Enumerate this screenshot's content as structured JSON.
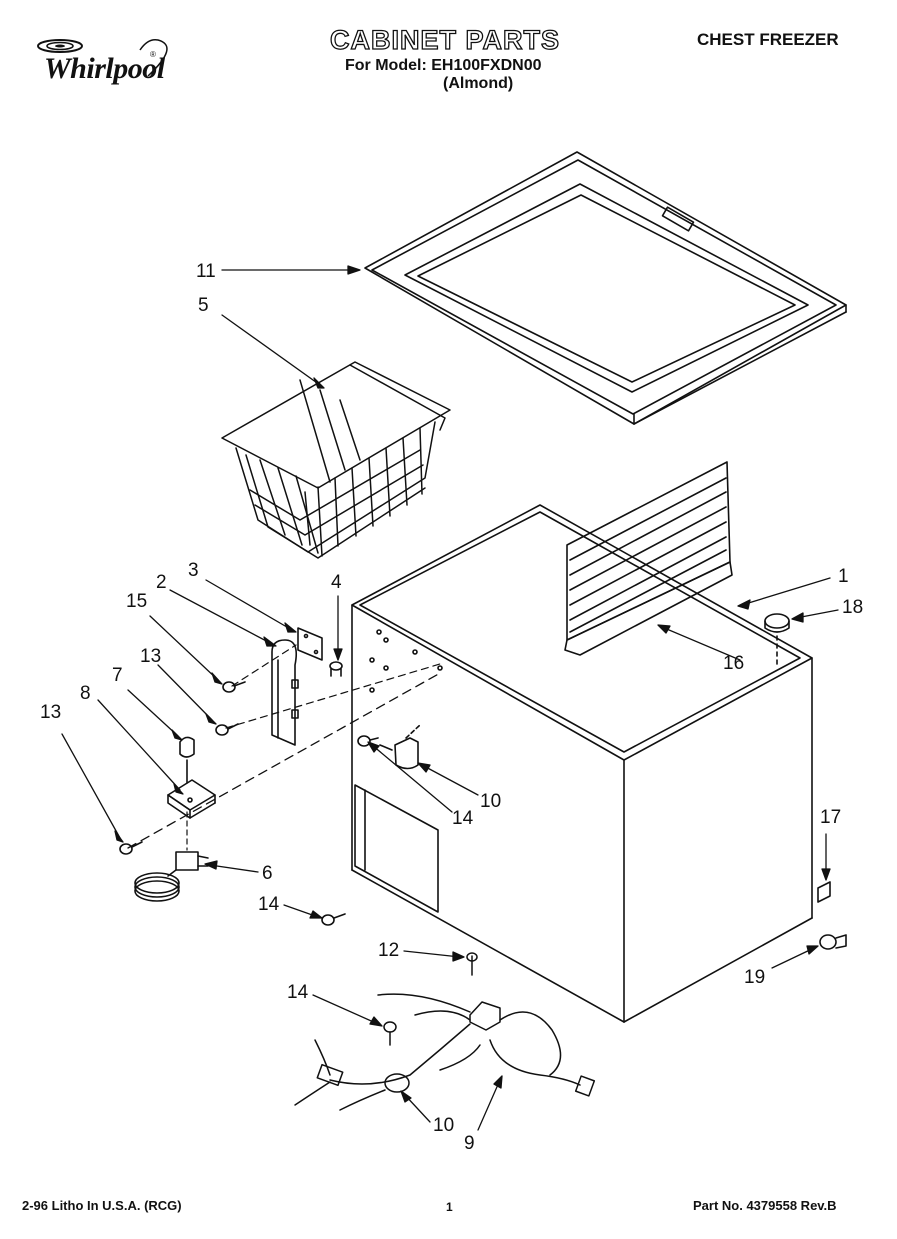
{
  "header": {
    "brand": "Whirlpool",
    "title": "CABINET PARTS",
    "model_line": "For Model: EH100FXDN00",
    "finish_line": "(Almond)",
    "category": "CHEST FREEZER"
  },
  "footer": {
    "print_info": "2-96 Litho In U.S.A. (RCG)",
    "page_number": "1",
    "part_number": "Part No. 4379558 Rev.B"
  },
  "callouts": [
    {
      "id": "c11",
      "label": "11"
    },
    {
      "id": "c5",
      "label": "5"
    },
    {
      "id": "c3",
      "label": "3"
    },
    {
      "id": "c4",
      "label": "4"
    },
    {
      "id": "c2",
      "label": "2"
    },
    {
      "id": "c15",
      "label": "15"
    },
    {
      "id": "c13a",
      "label": "13"
    },
    {
      "id": "c7",
      "label": "7"
    },
    {
      "id": "c8",
      "label": "8"
    },
    {
      "id": "c13b",
      "label": "13"
    },
    {
      "id": "c1",
      "label": "1"
    },
    {
      "id": "c18",
      "label": "18"
    },
    {
      "id": "c16",
      "label": "16"
    },
    {
      "id": "c10a",
      "label": "10"
    },
    {
      "id": "c14a",
      "label": "14"
    },
    {
      "id": "c6",
      "label": "6"
    },
    {
      "id": "c14b",
      "label": "14"
    },
    {
      "id": "c17",
      "label": "17"
    },
    {
      "id": "c12",
      "label": "12"
    },
    {
      "id": "c19",
      "label": "19"
    },
    {
      "id": "c14c",
      "label": "14"
    },
    {
      "id": "c10b",
      "label": "10"
    },
    {
      "id": "c9",
      "label": "9"
    }
  ]
}
